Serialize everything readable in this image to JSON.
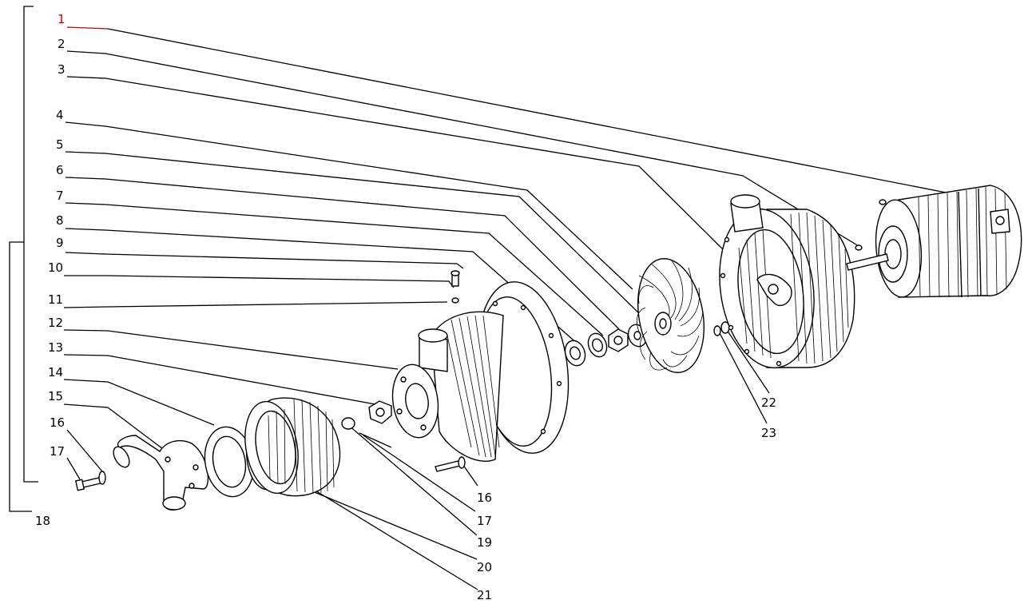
{
  "diagram": {
    "callouts_left": [
      "1",
      "2",
      "3",
      "4",
      "5",
      "6",
      "7",
      "8",
      "9",
      "10",
      "11",
      "12",
      "13",
      "14",
      "15",
      "16",
      "17",
      "18"
    ],
    "callouts_bottom": [
      "16",
      "17",
      "19",
      "20",
      "21",
      "22",
      "23"
    ],
    "highlight_color": "#d40000"
  }
}
